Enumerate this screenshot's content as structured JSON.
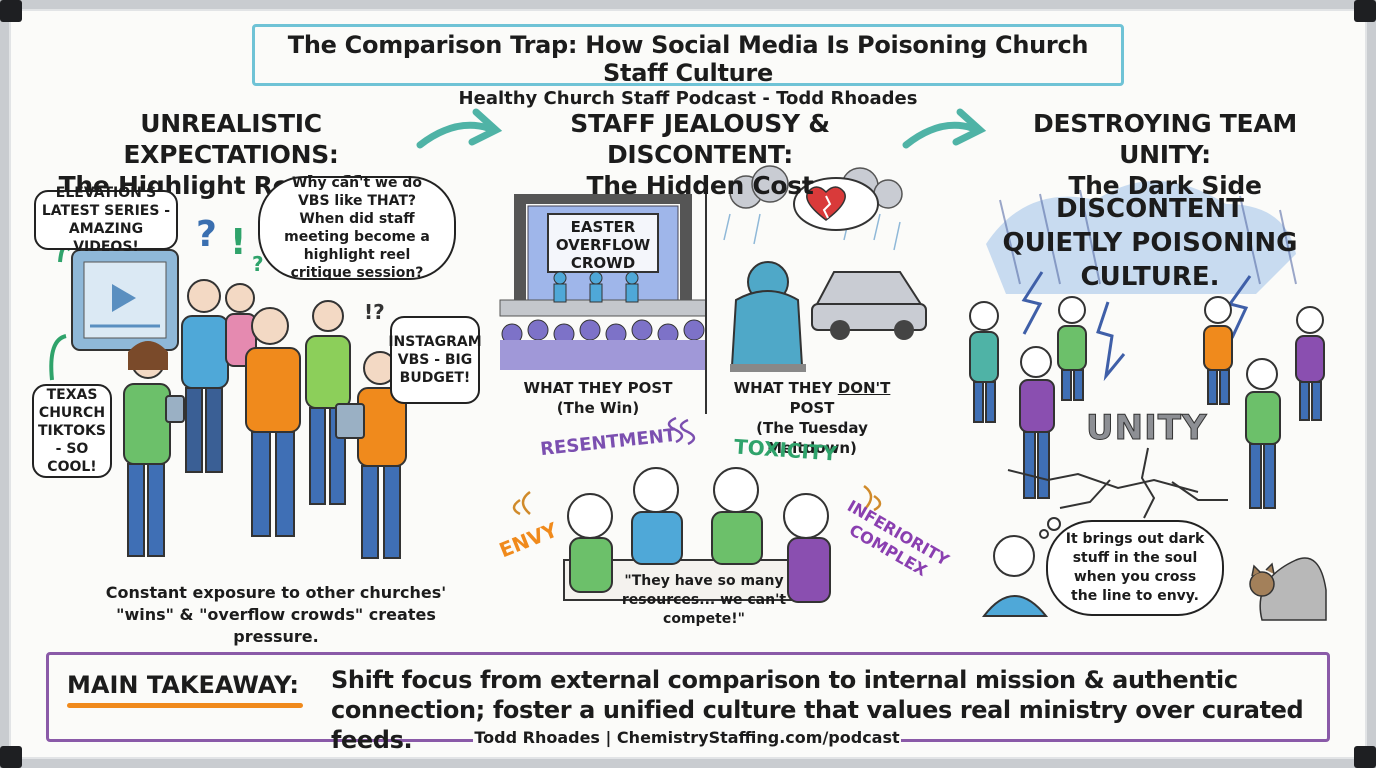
{
  "header": {
    "title": "The Comparison Trap: How Social Media Is Poisoning Church Staff Culture",
    "subtitle": "Healthy Church Staff Podcast - Todd Rhoades"
  },
  "columns": {
    "left": {
      "heading_line1": "UNREALISTIC EXPECTATIONS:",
      "heading_line2": "The Highlight Reel Effect",
      "bubble_elevation": "ELEVATION'S LATEST SERIES - AMAZING VIDEOS!",
      "cloud_vbs": "Why can't we do VBS like THAT? When did staff meeting become a highlight reel critique session?",
      "bubble_instagram": "INSTAGRAM VBS - BIG BUDGET!",
      "bubble_texas": "TEXAS CHURCH TIKTOKS - SO COOL!",
      "marks_1": "?",
      "marks_2": "?",
      "marks_3": "!",
      "marks_4": "!?",
      "caption": "Constant exposure to other churches' \"wins\" & \"overflow crowds\" creates pressure."
    },
    "middle": {
      "heading_line1": "STAFF JEALOUSY & DISCONTENT:",
      "heading_line2": "The Hidden Cost",
      "stage_banner": "EASTER OVERFLOW CROWD",
      "post_caption": "WHAT THEY POST",
      "post_sub": "(The Win)",
      "dontpost_prefix": "WHAT THEY ",
      "dontpost_emph": "DON'T",
      "dontpost_suffix": " POST",
      "dontpost_sub": "(The Tuesday Meltdown)",
      "word_resentment": "RESENTMENT",
      "word_toxicity": "TOXICITY",
      "word_envy": "ENVY",
      "word_inferiority_1": "INFERIORITY",
      "word_inferiority_2": "COMPLEX",
      "quote": "\"They have so many resources... we can't compete!\""
    },
    "right": {
      "heading_line1": "DESTROYING TEAM UNITY:",
      "heading_line2": "The Dark Side",
      "storm_text": "DISCONTENT QUIETLY POISONING CULTURE.",
      "unity_word": "UNITY",
      "cloud_envy": "It brings out dark stuff in the soul when you cross the line to envy."
    }
  },
  "takeaway": {
    "label": "MAIN TAKEAWAY:",
    "text": "Shift focus from external comparison to internal mission & authentic connection; foster a unified culture that values real ministry over curated feeds."
  },
  "footer": "Todd Rhoades | ChemistryStaffing.com/podcast",
  "colors": {
    "title_border": "#6fc3d6",
    "takeaway_border": "#8a5aa8",
    "underline": "#f08a1c",
    "arrow": "#4fb3a6",
    "resentment": "#7b4fb0",
    "toxicity": "#2fa36b",
    "envy": "#f08a1c",
    "inferiority": "#8a3fb0"
  }
}
